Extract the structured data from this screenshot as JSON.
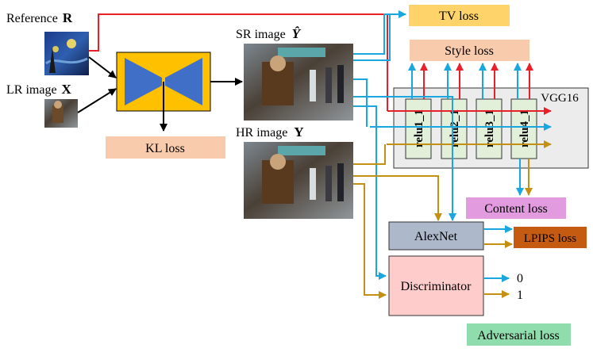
{
  "labels": {
    "reference": "Reference",
    "reference_sym": "R",
    "lr_image": "LR image",
    "lr_sym": "X",
    "sr_image": "SR image",
    "sr_sym": "Ŷ",
    "hr_image": "HR image",
    "hr_sym": "Y",
    "vgg": "VGG16",
    "relu": [
      "relu1_1",
      "relu2_1",
      "relu3_1",
      "relu4_1"
    ]
  },
  "losses": {
    "tv": "TV loss",
    "style": "Style loss",
    "kl": "KL loss",
    "content": "Content loss",
    "lpips": "LPIPS loss",
    "adversarial": "Adversarial loss"
  },
  "modules": {
    "alexnet": "AlexNet",
    "discriminator": "Discriminator"
  },
  "outputs": {
    "zero": "0",
    "one": "1"
  },
  "colors": {
    "red": "#e8202a",
    "blue": "#1aa7e0",
    "gold": "#c49014",
    "black": "#000000",
    "generator_fill": "#ffc000",
    "generator_shape": "#3f6fc6",
    "tv_fill": "#fdd36a",
    "style_fill": "#f8cbad",
    "kl_fill": "#f8cbad",
    "content_fill": "#e39be0",
    "lpips_fill": "#c55a11",
    "adversarial_fill": "#8fdcac",
    "alexnet_fill": "#adb9ca",
    "discriminator_fill": "#ffcccc",
    "vgg_fill": "#ececec",
    "relu_fill": "#e2efd9"
  }
}
